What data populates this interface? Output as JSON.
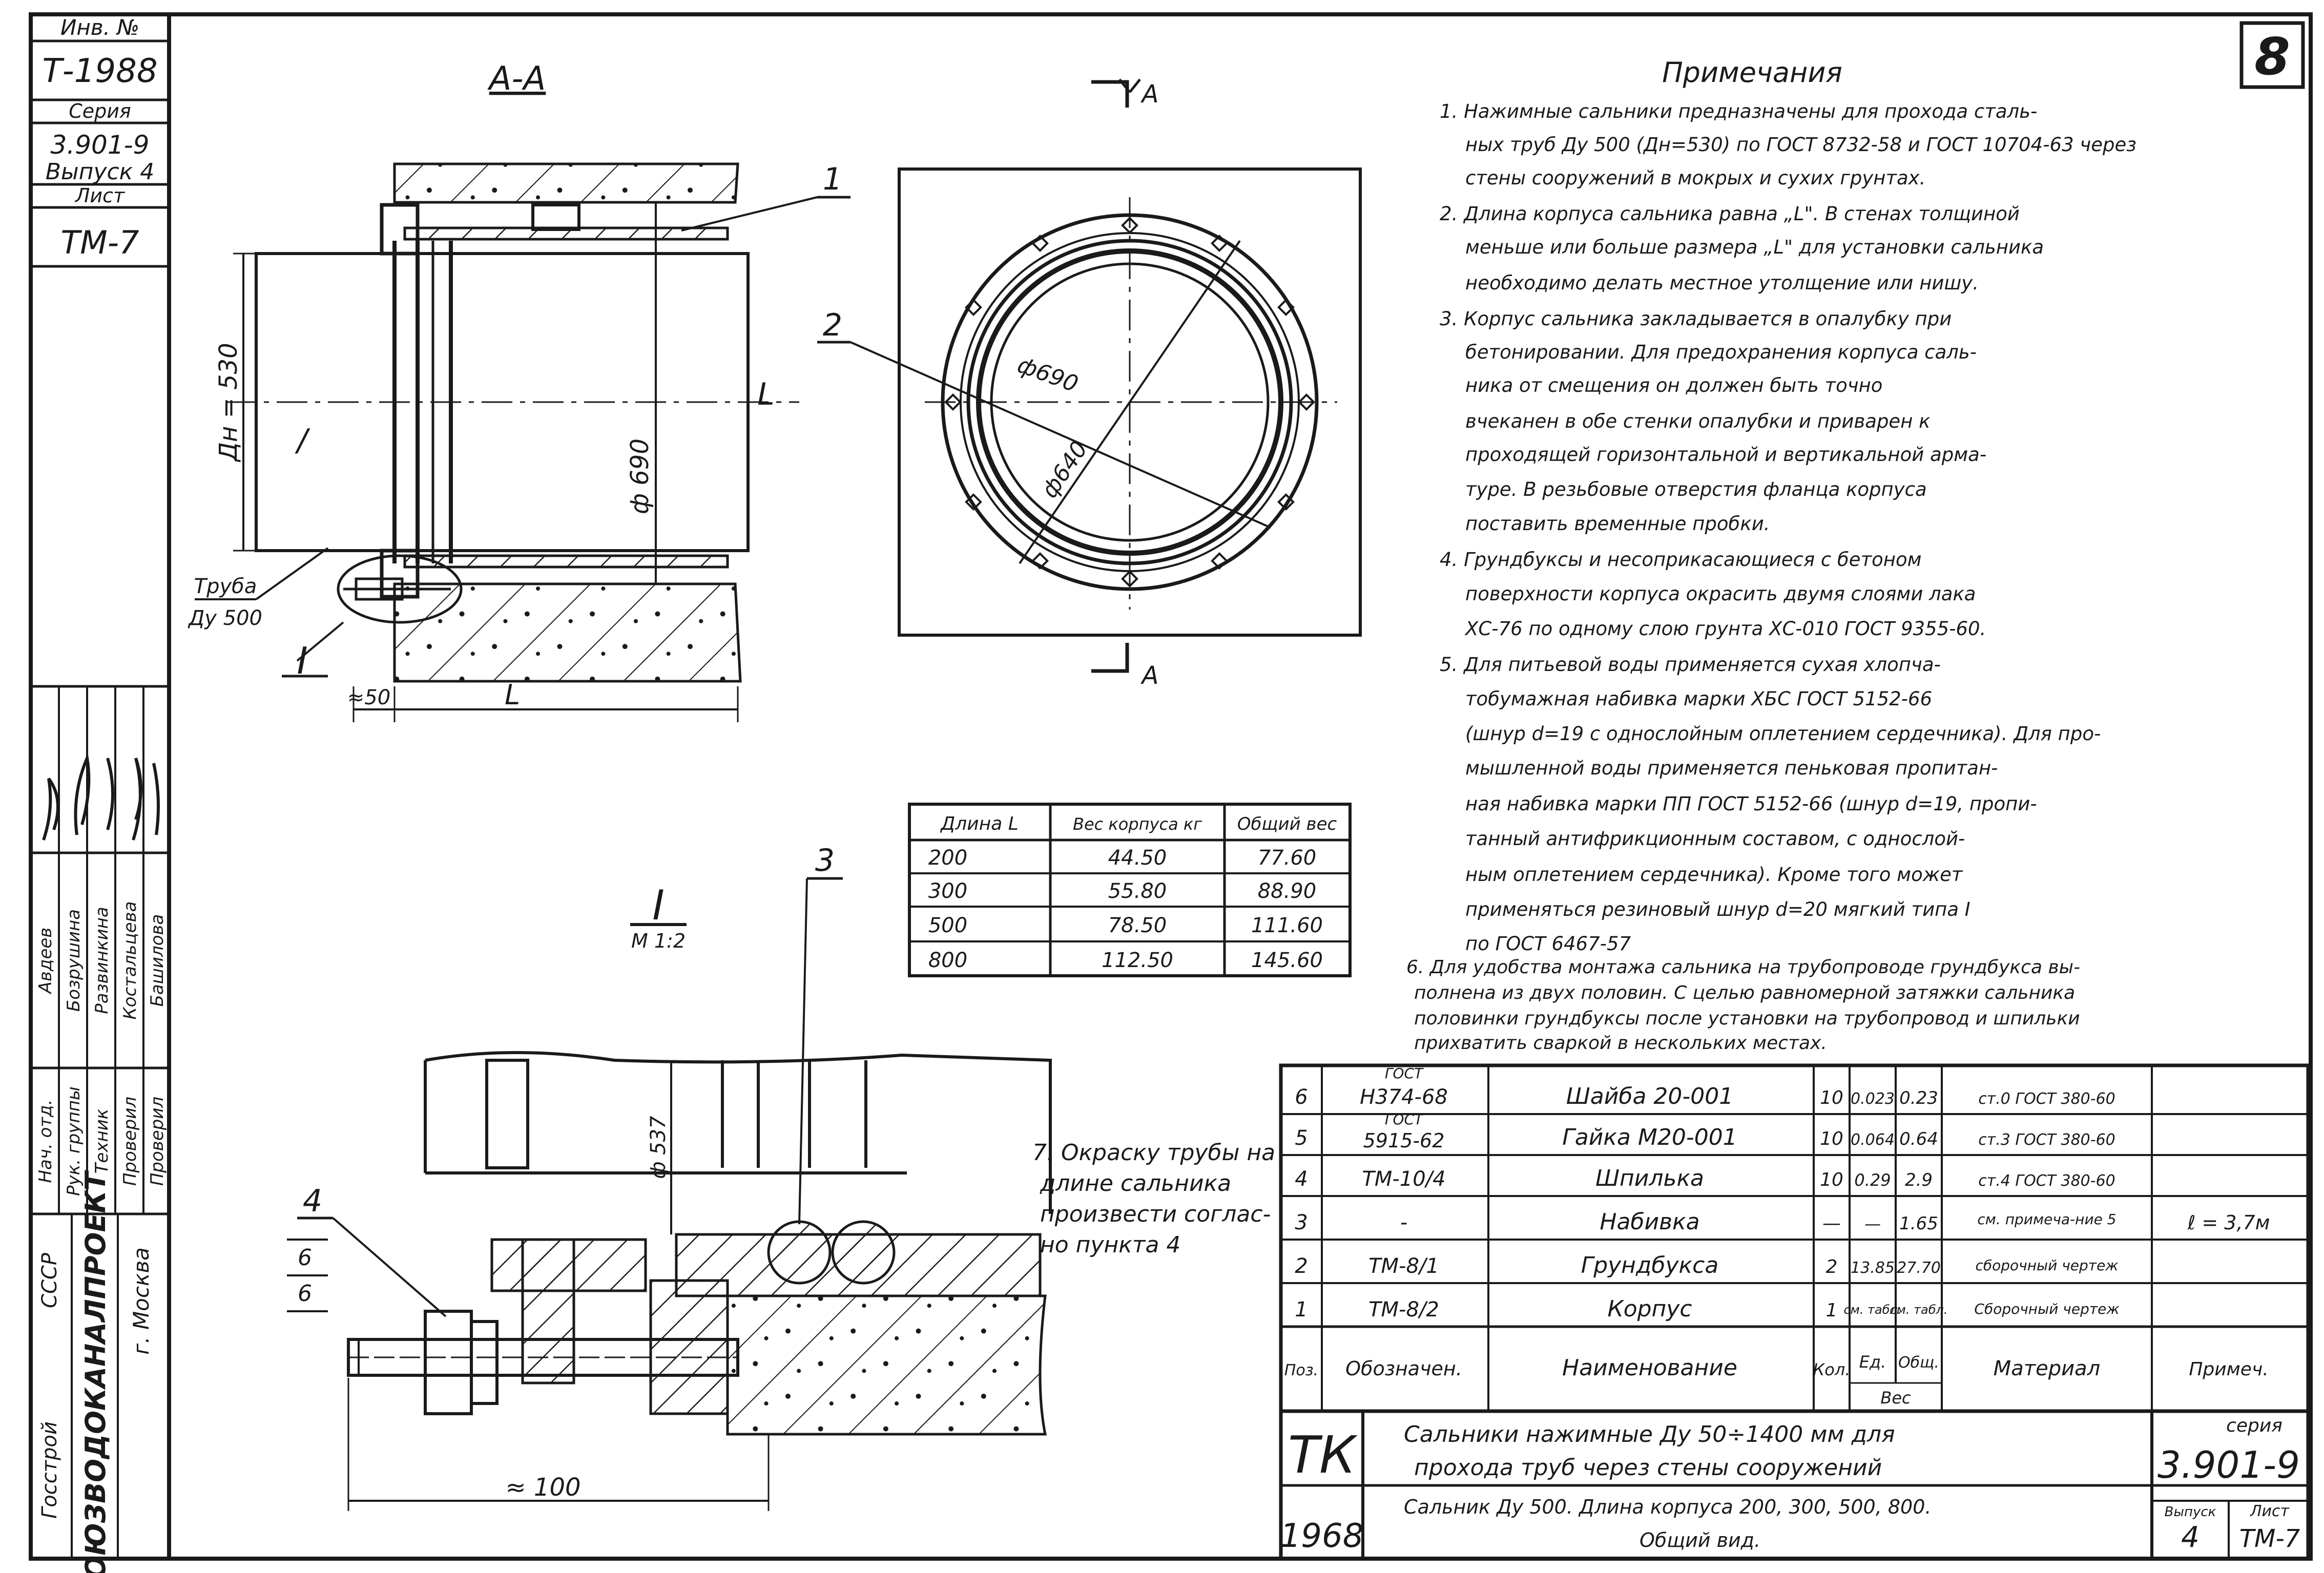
{
  "side_stamp": {
    "inv_label": "Инв. №",
    "inv_value": "Т-1988",
    "series_label": "Серия",
    "series_value": "3.901-9",
    "issue_value": "Выпуск 4",
    "sheet_label": "Лист",
    "sheet_value": "ТМ-7",
    "roles": [
      "Нач. отд.",
      "Рук. группы",
      "Техник",
      "Проверил",
      "Проверил"
    ],
    "names": [
      "Авдеев",
      "Бозрушина",
      "Развинкина",
      "Костальцева",
      "Башилова"
    ],
    "org_country": "СССР",
    "org_ministry": "Госстрой",
    "org_name": "СОЮЗВОДОКАНАЛПРОЕКТ",
    "org_city": "г. Москва"
  },
  "sheet_number": "8",
  "section_aa": {
    "title": "А-А",
    "dn_label": "Дн = 530",
    "dia_label": "ф 690",
    "pipe_label": "Труба",
    "pipe_size": "Ду 500",
    "node_mark": "I",
    "length_label": "L",
    "offset_label": "≈50",
    "callout_1": "1",
    "callout_2": "2"
  },
  "front_view": {
    "cut_mark_top": "А",
    "cut_mark_bottom": "А",
    "dia_outer": "ф690",
    "dia_inner": "ф640"
  },
  "detail": {
    "title": "I",
    "scale": "М 1:2",
    "callout_3": "3",
    "callout_4": "4",
    "dim_6a": "6",
    "dim_6b": "6",
    "dim_537": "ф 537",
    "dim_100": "≈ 100",
    "note_7": [
      "7. Окраску трубы на",
      "длине сальника",
      "произвести соглас-",
      "но пункта 4"
    ]
  },
  "notes": {
    "title": "Примечания",
    "lines": [
      "1. Нажимные сальники предназначены для прохода сталь-",
      "ных труб Ду 500 (Дн=530) по ГОСТ 8732-58 и ГОСТ 10704-63 через",
      "стены сооружений в мокрых и сухих грунтах.",
      "2. Длина корпуса сальника равна „L\". В стенах толщиной",
      "меньше или больше размера „L\" для установки сальника",
      "необходимо делать местное утолщение или нишу.",
      "3. Корпус сальника закладывается в опалубку при",
      "бетонировании. Для предохранения корпуса саль-",
      "ника от смещения он должен быть точно",
      "вчеканен в обе стенки опалубки и приварен к",
      "проходящей горизонтальной и вертикальной арма-",
      "туре. В резьбовые отверстия фланца корпуса",
      "поставить временные пробки.",
      "4. Грундбуксы и несоприкасающиеся с бетоном",
      "поверхности корпуса окрасить двумя слоями лака",
      "ХС-76 по одному слою грунта ХС-010 ГОСТ 9355-60.",
      "5. Для питьевой воды применяется сухая хлопча-",
      "тобумажная набивка марки ХБС ГОСТ 5152-66",
      "(шнур d=19 с однослойным оплетением сердечника). Для про-",
      "мышленной воды применяется пеньковая пропитан-",
      "ная набивка марки ПП ГОСТ 5152-66 (шнур d=19, пропи-",
      "танный антифрикционным составом, с однослой-",
      "ным оплетением сердечника). Кроме того может",
      "применяться резиновый шнур d=20 мягкий типа I",
      "по ГОСТ 6467-57"
    ],
    "note_6": [
      "6. Для удобства монтажа сальника на трубопроводе грундбукса вы-",
      "полнена из двух половин. С целью равномерной затяжки сальника",
      "половинки грундбуксы после установки на трубопровод и шпильки",
      "прихватить сваркой в нескольких местах."
    ]
  },
  "weight_table": {
    "headers": [
      "Длина L",
      "Вес корпуса кг",
      "Общий вес"
    ],
    "rows": [
      [
        "200",
        "44.50",
        "77.60"
      ],
      [
        "300",
        "55.80",
        "88.90"
      ],
      [
        "500",
        "78.50",
        "111.60"
      ],
      [
        "800",
        "112.50",
        "145.60"
      ]
    ]
  },
  "spec_table": {
    "rows": [
      {
        "pos": "6",
        "std": "ГОСТ",
        "code": "Н374-68",
        "name": "Шайба 20-001",
        "qty": "10",
        "w1": "0.023",
        "w2": "0.23",
        "material": "ст.0 ГОСТ 380-60",
        "note": ""
      },
      {
        "pos": "5",
        "std": "ГОСТ",
        "code": "5915-62",
        "name": "Гайка М20-001",
        "qty": "10",
        "w1": "0.064",
        "w2": "0.64",
        "material": "ст.3 ГОСТ 380-60",
        "note": ""
      },
      {
        "pos": "4",
        "std": "",
        "code": "ТМ-10/4",
        "name": "Шпилька",
        "qty": "10",
        "w1": "0.29",
        "w2": "2.9",
        "material": "ст.4 ГОСТ 380-60",
        "note": ""
      },
      {
        "pos": "3",
        "std": "",
        "code": "-",
        "name": "Набивка",
        "qty": "—",
        "w1": "—",
        "w2": "1.65",
        "material": "см. примеча-ние 5",
        "note": "ℓ = 3,7м"
      },
      {
        "pos": "2",
        "std": "",
        "code": "ТМ-8/1",
        "name": "Грундбукса",
        "qty": "2",
        "w1": "13.85",
        "w2": "27.70",
        "material": "сборочный чертеж",
        "note": ""
      },
      {
        "pos": "1",
        "std": "",
        "code": "ТМ-8/2",
        "name": "Корпус",
        "qty": "1",
        "w1": "см. табл.",
        "w2": "см. табл.",
        "material": "Сборочный чертеж",
        "note": ""
      }
    ],
    "header": {
      "pos": "Поз.",
      "code": "Обозначен.",
      "name": "Наименование",
      "qty": "Кол.",
      "w1": "Ед.",
      "w2": "Общ.",
      "weight": "Вес",
      "material": "Материал",
      "note": "Примеч."
    }
  },
  "title_block": {
    "tk": "ТК",
    "year": "1968",
    "title_line1": "Сальники нажимные Ду 50÷1400 мм для",
    "title_line2": "прохода труб через стены сооружений",
    "subtitle_line1": "Сальник Ду 500. Длина корпуса 200, 300, 500, 800.",
    "subtitle_line2": "Общий вид.",
    "series_label": "серия",
    "series_value": "3.901-9",
    "issue_label": "Выпуск",
    "issue_value": "4",
    "sheet_label": "Лист",
    "sheet_value": "ТМ-7"
  }
}
